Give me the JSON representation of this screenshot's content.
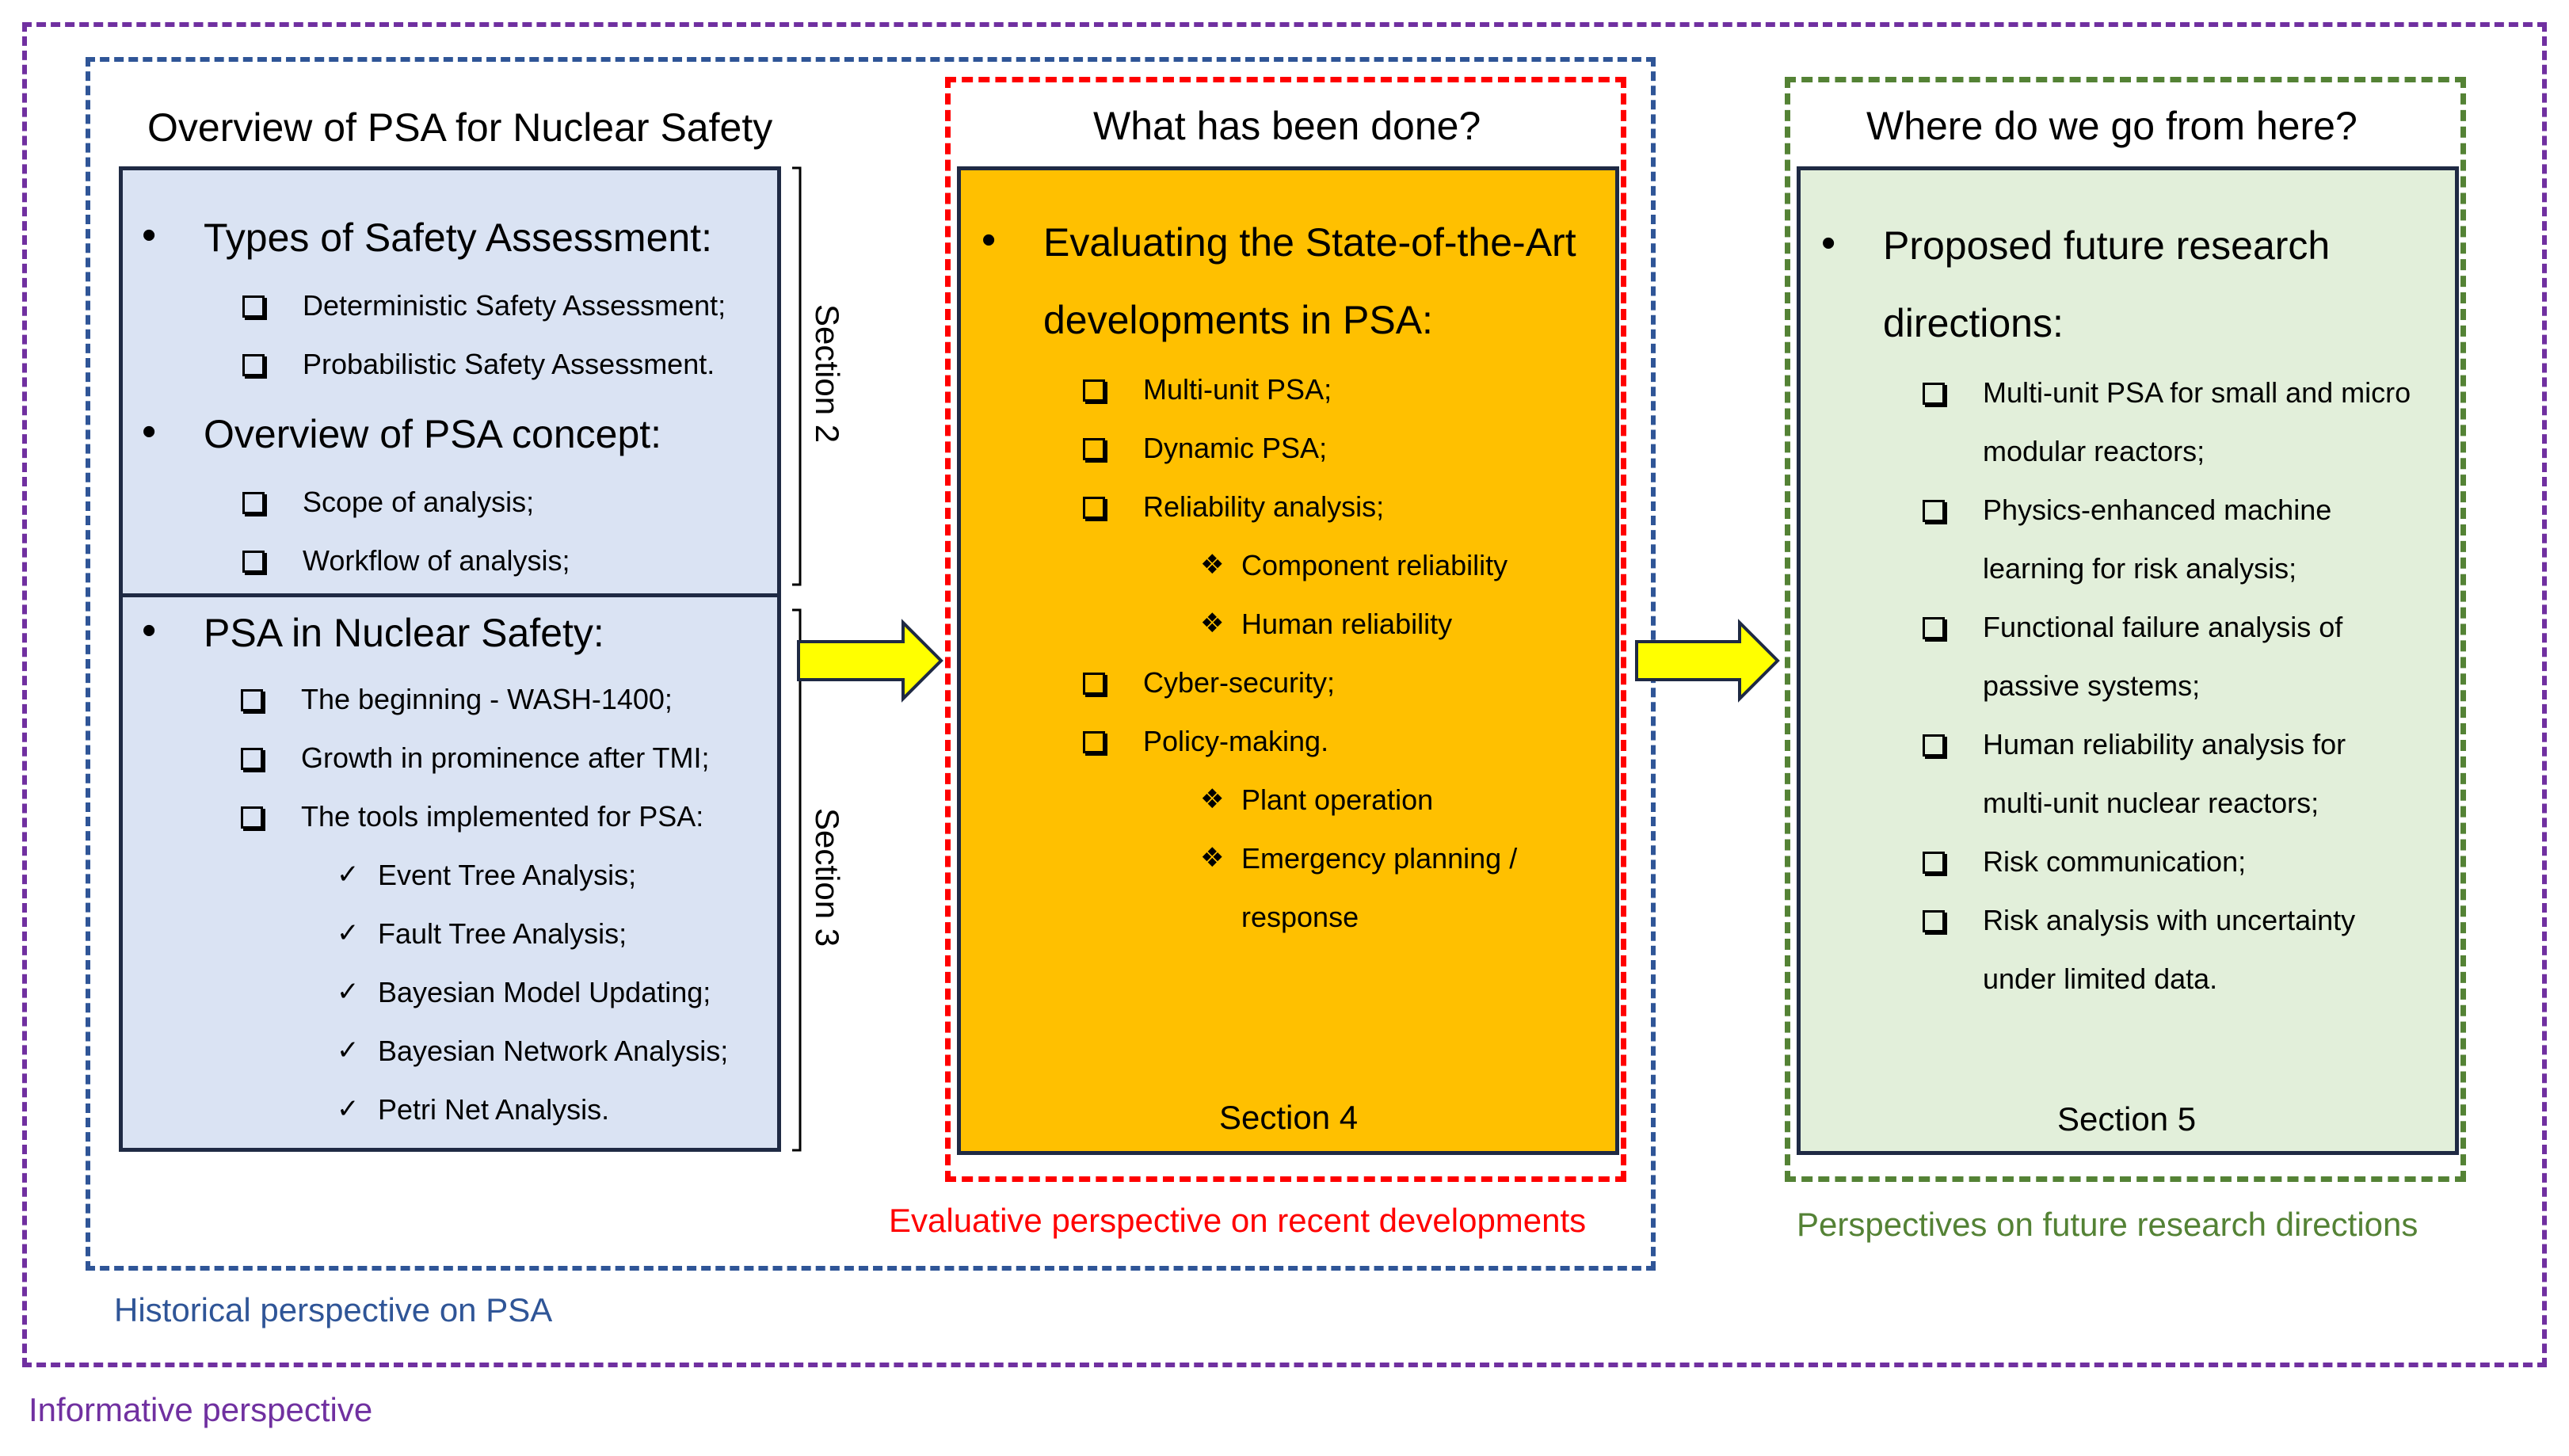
{
  "colors": {
    "informative": "#7030a0",
    "historical": "#2f5597",
    "evaluative": "#ff0000",
    "future": "#548235",
    "box_blue_fill": "#dae3f3",
    "box_orange_fill": "#ffc000",
    "box_green_fill": "#e2efda",
    "arrow_fill": "#ffff00"
  },
  "outer_labels": {
    "informative": "Informative perspective",
    "historical": "Historical perspective on PSA",
    "evaluative": "Evaluative perspective on recent developments",
    "future": "Perspectives on future research directions"
  },
  "overview": {
    "title": "Overview of PSA for Nuclear Safety",
    "box1": {
      "items": [
        {
          "label": "Types of Safety Assessment:",
          "sub": [
            "Deterministic Safety Assessment;",
            "Probabilistic Safety Assessment."
          ]
        },
        {
          "label": "Overview of PSA concept:",
          "sub": [
            "Scope of analysis;",
            "Workflow of analysis;"
          ]
        }
      ]
    },
    "box2": {
      "label": "PSA in Nuclear Safety:",
      "sub": [
        "The beginning - WASH-1400;",
        "Growth in prominence after TMI;",
        "The tools implemented for PSA:"
      ],
      "tools": [
        "Event Tree Analysis;",
        "Fault Tree Analysis;",
        "Bayesian Model Updating;",
        "Bayesian Network Analysis;",
        "Petri Net Analysis."
      ]
    },
    "section_a": "Section 2",
    "section_b": "Section 3"
  },
  "done": {
    "title": "What has been done?",
    "lead_line1": "Evaluating the State-of-the-Art",
    "lead_line2": "developments in PSA:",
    "items": [
      "Multi-unit PSA;",
      "Dynamic PSA;",
      "Reliability analysis;"
    ],
    "reliability_sub": [
      "Component reliability",
      "Human reliability"
    ],
    "items2": [
      "Cyber-security;",
      "Policy-making."
    ],
    "policy_sub": [
      "Plant operation",
      "Emergency planning /"
    ],
    "policy_sub_cont": "response",
    "section": "Section 4"
  },
  "future": {
    "title": "Where do we go from here?",
    "lead_line1": "Proposed future research",
    "lead_line2": "directions:",
    "items": [
      {
        "line1": "Multi-unit PSA for small and micro",
        "line2": "modular reactors;"
      },
      {
        "line1": "Physics-enhanced machine",
        "line2": "learning for risk analysis;"
      },
      {
        "line1": "Functional failure analysis of",
        "line2": "passive systems;"
      },
      {
        "line1": "Human reliability analysis for",
        "line2": "multi-unit nuclear reactors;"
      },
      {
        "line1": "Risk communication;",
        "line2": ""
      },
      {
        "line1": "Risk analysis with uncertainty",
        "line2": "under limited data."
      }
    ],
    "section": "Section 5"
  }
}
